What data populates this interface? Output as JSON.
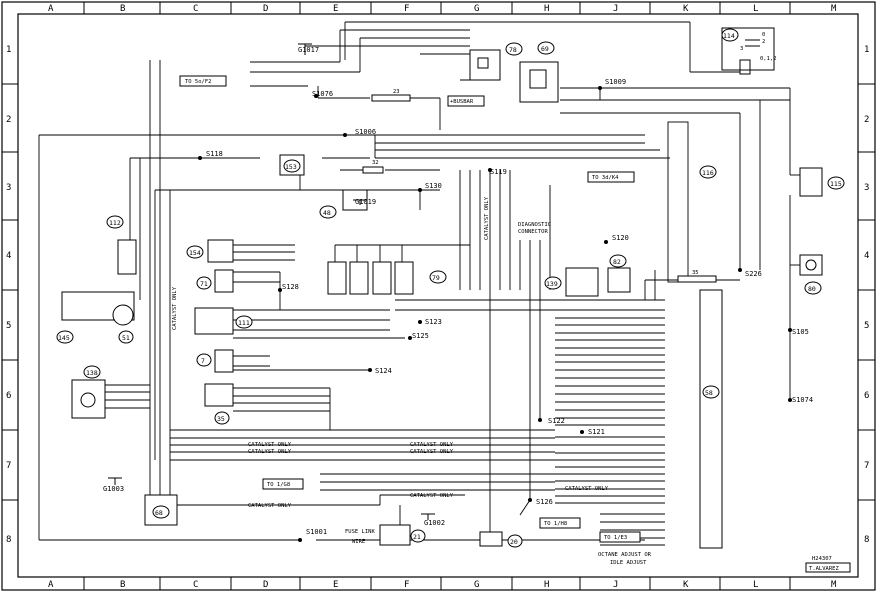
{
  "grid": {
    "columns": [
      "A",
      "B",
      "C",
      "D",
      "E",
      "F",
      "G",
      "H",
      "J",
      "K",
      "L",
      "M"
    ],
    "rows": [
      "1",
      "2",
      "3",
      "4",
      "5",
      "6",
      "7",
      "8"
    ]
  },
  "components": [
    {
      "id": "c114",
      "label": "114"
    },
    {
      "id": "c78",
      "label": "78"
    },
    {
      "id": "c69",
      "label": "69"
    },
    {
      "id": "c153",
      "label": "153"
    },
    {
      "id": "c116",
      "label": "116"
    },
    {
      "id": "c115",
      "label": "115"
    },
    {
      "id": "c112",
      "label": "112"
    },
    {
      "id": "c48",
      "label": "48"
    },
    {
      "id": "c80",
      "label": "80"
    },
    {
      "id": "c145",
      "label": "145"
    },
    {
      "id": "c51",
      "label": "51"
    },
    {
      "id": "c154",
      "label": "154"
    },
    {
      "id": "c71",
      "label": "71"
    },
    {
      "id": "c111",
      "label": "111"
    },
    {
      "id": "c79",
      "label": "79"
    },
    {
      "id": "c139",
      "label": "139"
    },
    {
      "id": "c82",
      "label": "82"
    },
    {
      "id": "c7",
      "label": "7"
    },
    {
      "id": "c138",
      "label": "138"
    },
    {
      "id": "c35",
      "label": "35"
    },
    {
      "id": "c58",
      "label": "58"
    },
    {
      "id": "c68",
      "label": "68"
    },
    {
      "id": "c21",
      "label": "21"
    },
    {
      "id": "c20",
      "label": "20"
    }
  ],
  "splices": [
    "S1009",
    "S1076",
    "S1006",
    "S118",
    "S130",
    "S119",
    "S120",
    "S226",
    "S128",
    "S123",
    "S125",
    "S124",
    "S105",
    "S1074",
    "S122",
    "S121",
    "S126",
    "S1001"
  ],
  "grounds": [
    "G1017",
    "G1019",
    "G1003",
    "G1002"
  ],
  "refs": {
    "to_5o_f2": "TO 5o/F2",
    "to_3d_k4": "TO 3d/K4",
    "to_1_g8": "TO 1/G8",
    "to_1_h8": "TO 1/H8",
    "to_1_e3": "TO 1/E3"
  },
  "notes": {
    "busbar": "+BUSBAR",
    "diagnostic": "DIAGNOSTIC",
    "connector": "CONNECTOR",
    "catalyst_only": "CATALYST ONLY",
    "fuse_link": "FUSE LINK",
    "wire": "WIRE",
    "octane_adjust": "OCTANE ADJUST OR",
    "idle_adjust": "IDLE ADJUST",
    "fuse_23": "23",
    "fuse_32": "32",
    "fuse_35": "35",
    "switch_0": "0",
    "switch_2": "2",
    "switch_3": "3",
    "switch_012": "0,1,2",
    "fig_code": "H24307",
    "author": "T.ALVAREZ"
  },
  "colors": {
    "line": "#000000",
    "background": "#ffffff"
  }
}
